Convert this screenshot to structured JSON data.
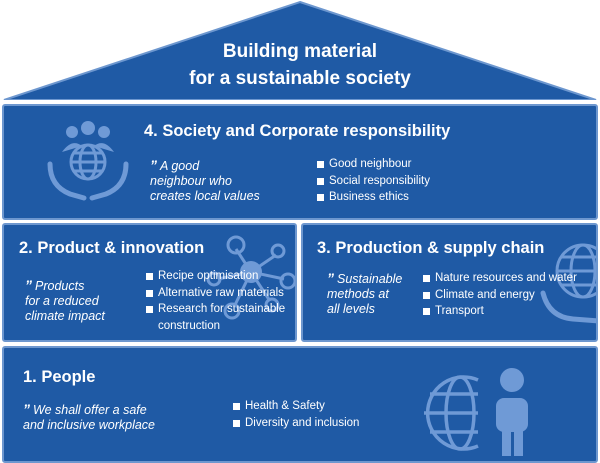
{
  "roof": {
    "title_line1": "Building material",
    "title_line2": "for a sustainable society"
  },
  "pillars": {
    "society": {
      "heading": "4. Society and Corporate responsibility",
      "quote_mark": "”",
      "quote_line1": "A good",
      "quote_line2": "neighbour who",
      "quote_line3": "creates local values",
      "items": [
        "Good neighbour",
        "Social responsibility",
        "Business ethics"
      ],
      "icon": "people-globe-hands-icon"
    },
    "product": {
      "heading": "2. Product & innovation",
      "quote_mark": "”",
      "quote_line1": "Products",
      "quote_line2": "for a reduced",
      "quote_line3": "climate impact",
      "items": [
        "Recipe optimisation",
        "Alternative raw materials",
        "Research for sustainable",
        "construction"
      ],
      "icon": "molecule-network-icon"
    },
    "production": {
      "heading": "3. Production & supply chain",
      "quote_mark": "”",
      "quote_line1": "Sustainable",
      "quote_line2": "methods at",
      "quote_line3": "all levels",
      "items": [
        "Nature resources and water",
        "Climate and energy",
        "Transport"
      ],
      "icon": "globe-in-hand-icon"
    },
    "people": {
      "heading": "1. People",
      "quote_mark": "”",
      "quote_line1": "We shall offer a safe",
      "quote_line2": "and inclusive workplace",
      "items": [
        "Health & Safety",
        "Diversity and inclusion"
      ],
      "icon": "globe-person-icon"
    }
  },
  "colors": {
    "block_fill": "#1f5aa5",
    "block_border": "#6d97cf",
    "icon_tint": "#6f9ad6",
    "text": "#ffffff"
  }
}
